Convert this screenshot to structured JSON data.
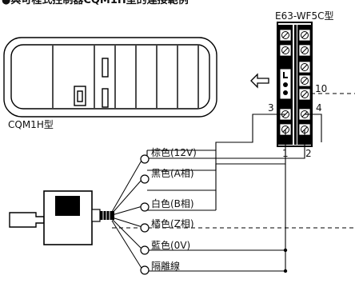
{
  "heading": "●與可程式控制器CQM1H型的連接範例",
  "plc": {
    "label": "CQM1H型"
  },
  "sensor": {
    "label": "E63-WF5C型"
  },
  "terminals": {
    "t1": "1",
    "t2": "2",
    "t3": "3",
    "t4": "4",
    "t10": "10"
  },
  "wires": [
    {
      "label": "棕色(12V)",
      "color": "#8b5a2b"
    },
    {
      "label": "黑色(A相)",
      "color": "#000000"
    },
    {
      "label": "白色(B相)",
      "color": "#ffffff"
    },
    {
      "label": "橘色(Z相)",
      "color": "#f28c28"
    },
    {
      "label": "藍色(0V)",
      "color": "#1f5fbf"
    },
    {
      "label": "隔離線",
      "color": "#000000"
    }
  ],
  "icons": {
    "arrow": "left-arrow-icon",
    "encoder": "rotary-encoder-icon"
  }
}
